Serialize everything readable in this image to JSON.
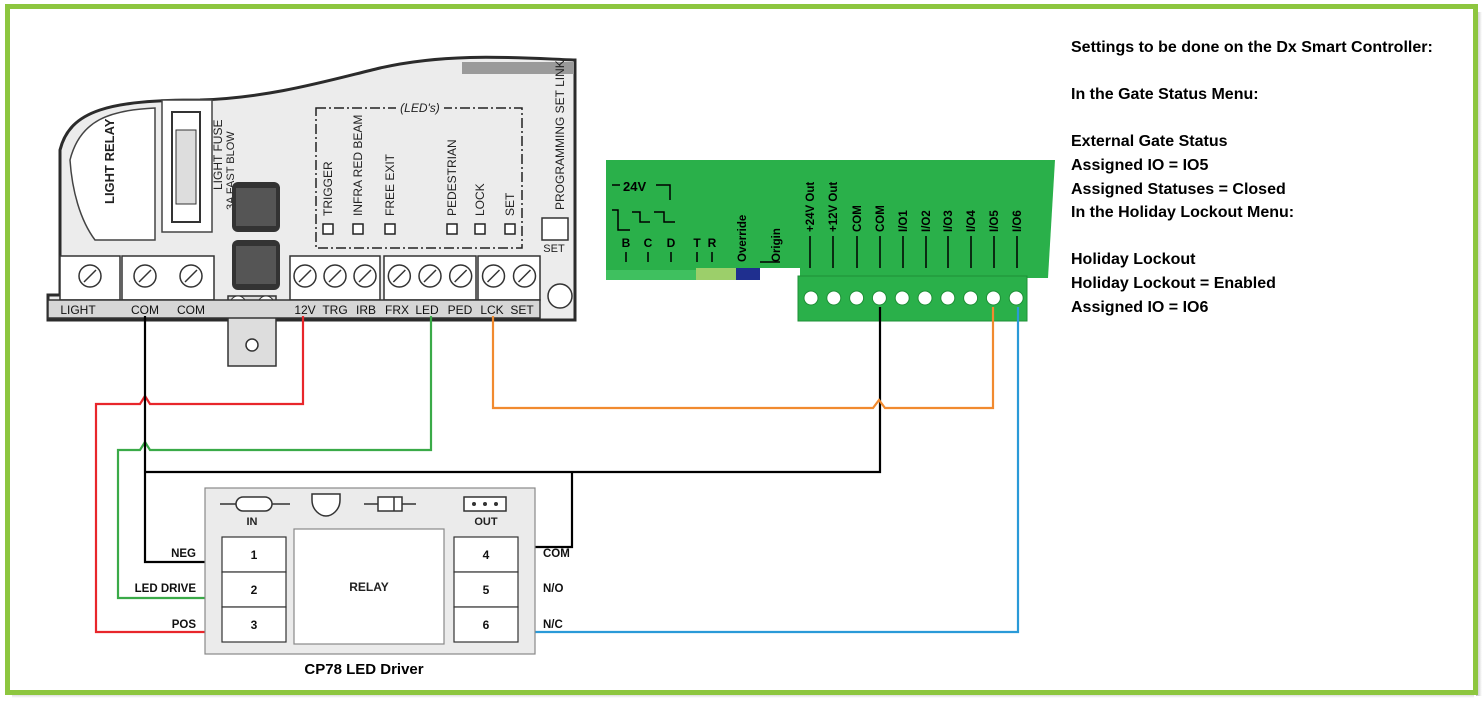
{
  "notes": {
    "title": "Settings to be done on the Dx Smart Controller:",
    "gate_status_menu": "In the Gate Status Menu:",
    "external_gate_status": "External Gate Status",
    "assigned_io_5": "Assigned IO = IO5",
    "assigned_statuses": "Assigned Statuses = Closed",
    "holiday_lockout_menu": "In the Holiday Lockout Menu:",
    "holiday_lockout": "Holiday Lockout",
    "holiday_lockout_enabled": "Holiday Lockout = Enabled",
    "assigned_io_6": "Assigned IO = IO6"
  },
  "gate_board": {
    "light_relay": "LIGHT  RELAY",
    "light_fuse": "LIGHT FUSE",
    "fuse_rating": "3A  FAST  BLOW",
    "leds_label": "(LED's)",
    "led_labels": [
      "TRIGGER",
      "INFRA RED BEAM",
      "FREE EXIT",
      "PEDESTRIAN",
      "LOCK",
      "SET"
    ],
    "programming_link": "PROGRAMMING SET LINK",
    "set_button": "SET",
    "terminals": [
      "LIGHT",
      "COM",
      "COM",
      "12V",
      "TRG",
      "IRB",
      "FRX",
      "LED",
      "PED",
      "LCK",
      "SET"
    ]
  },
  "controller": {
    "voltage": "24V",
    "inputs": [
      "B",
      "C",
      "D",
      "T",
      "R"
    ],
    "terminals": [
      "Override",
      "Origin",
      "+24V Out",
      "+12V Out",
      "COM",
      "COM",
      "I/O1",
      "I/O2",
      "I/O3",
      "I/O4",
      "I/O5",
      "I/O6"
    ]
  },
  "led_driver": {
    "title": "CP78 LED Driver",
    "in_label": "IN",
    "out_label": "OUT",
    "relay_label": "RELAY",
    "left_terminals": [
      "1",
      "2",
      "3"
    ],
    "right_terminals": [
      "4",
      "5",
      "6"
    ],
    "left_labels": [
      "NEG",
      "LED DRIVE",
      "POS"
    ],
    "right_labels": [
      "COM",
      "N/O",
      "N/C"
    ]
  },
  "colors": {
    "frame": "#8dc63f",
    "controller_green": "#2ab04a",
    "wire_black": "#000000",
    "wire_red": "#e8262b",
    "wire_green": "#3aaa48",
    "wire_orange": "#f18a2f",
    "wire_blue": "#2a9ad8"
  }
}
